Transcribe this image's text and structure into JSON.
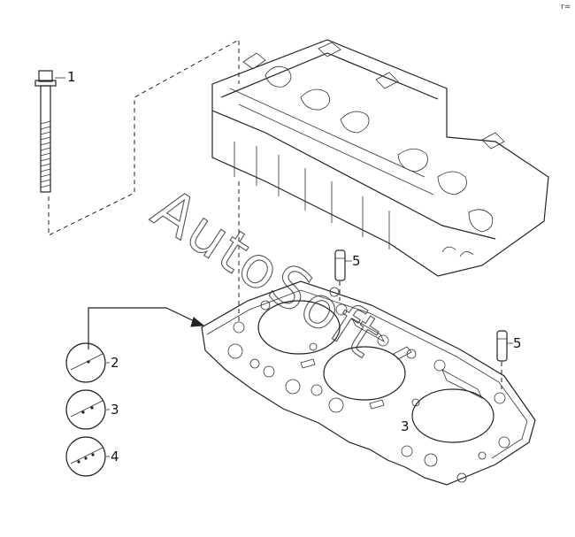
{
  "watermark": "AutoSoft",
  "corner_mark": "r=",
  "callouts": {
    "bolt": "1",
    "gasket_variant_1": "2",
    "gasket_variant_2": "3",
    "gasket_variant_3": "4",
    "dowel_left": "5",
    "dowel_right": "5"
  },
  "cylinder_mark": "3"
}
